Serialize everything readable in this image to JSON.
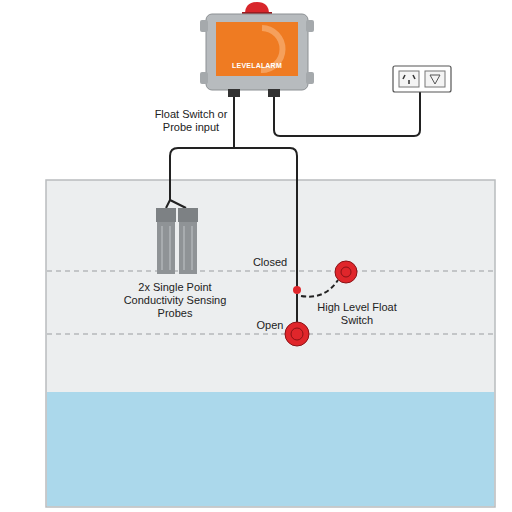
{
  "diagram": {
    "nodes": [
      {
        "text": [
          "LEVELALARM"
        ]
      }
    ],
    "labels": [
      "Float Switch or Probe input",
      "Closed",
      "2x Single Point Conductivity Sensing Probes",
      "Open",
      "High Level Float Switch"
    ]
  }
}
